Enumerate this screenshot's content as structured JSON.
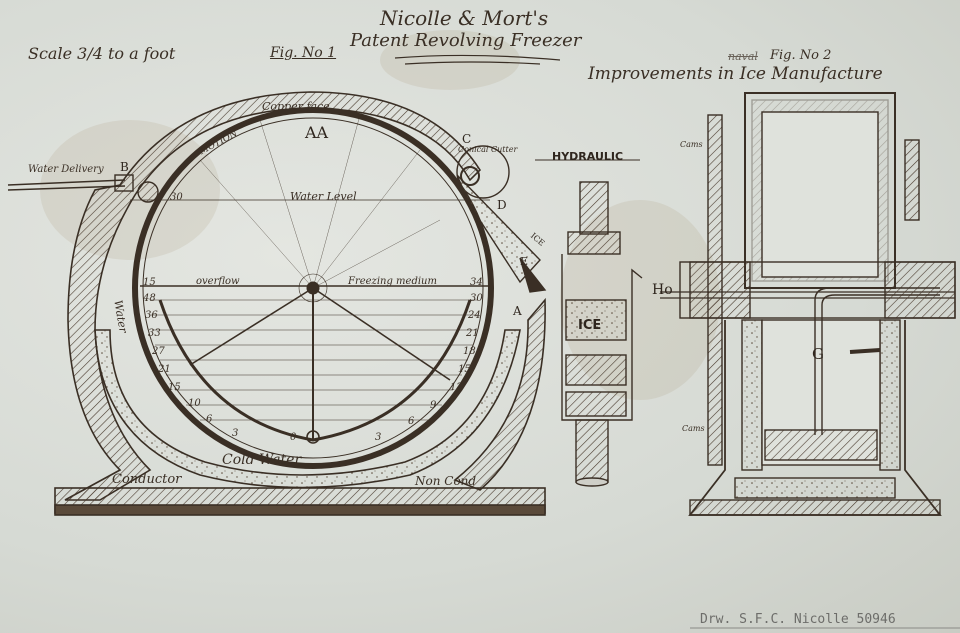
{
  "title": {
    "makers": "Nicolle & Mort's",
    "patent": "Patent Revolving Freezer"
  },
  "scale_note": "Scale 3/4 to a foot",
  "fig1": {
    "label": "Fig. No 1",
    "labels": {
      "aa": "AA",
      "copper_face": "Copper face",
      "motion": "MOTION",
      "water_delivery": "Water Delivery",
      "b": "B",
      "c": "C",
      "cone_cutter": "Conical Cutter",
      "d": "D",
      "ice": "ICE",
      "e": "E",
      "a": "A",
      "water_level": "Water Level",
      "overflow": "overflow",
      "freezing_medium": "Freezing medium",
      "water_side": "Water",
      "cold_water": "Cold Water",
      "conductor": "Conductor",
      "nonconductor": "Non Cond"
    },
    "left_scale": [
      "30",
      "15",
      "48",
      "36",
      "33",
      "27",
      "21",
      "15",
      "10",
      "6",
      "3",
      "0"
    ],
    "right_scale": [
      "34",
      "30",
      "24",
      "21",
      "18",
      "15",
      "12",
      "9",
      "6",
      "3"
    ]
  },
  "hydraulic": {
    "label": "HYDRAULIC",
    "ice": "ICE"
  },
  "fig2": {
    "label": "Fig. No 2",
    "heading": "Improvements in Ice Manufacture",
    "struck": "naval",
    "labels": {
      "ho": "Ho",
      "g": "G",
      "cams_top": "Cams",
      "cams_bottom": "Cams"
    }
  },
  "archive_ref": "Drw. S.F.C. Nicolle 50946",
  "colors": {
    "paper": "#dcdfda",
    "ink": "#3a2f25",
    "stain": "#b89a6e"
  }
}
